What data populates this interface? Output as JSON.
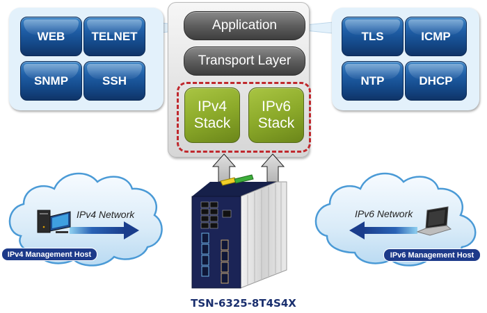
{
  "left_panel": {
    "protocols": [
      "WEB",
      "TELNET",
      "SNMP",
      "SSH"
    ]
  },
  "right_panel": {
    "protocols": [
      "TLS",
      "ICMP",
      "NTP",
      "DHCP"
    ]
  },
  "stack": {
    "application": "Application",
    "transport": "Transport Layer",
    "ipv4": {
      "line1": "IPv4",
      "line2": "Stack"
    },
    "ipv6": {
      "line1": "IPv6",
      "line2": "Stack"
    }
  },
  "left_cloud": {
    "network_label": "IPv4 Network",
    "host_label": "IPv4 Management Host"
  },
  "right_cloud": {
    "network_label": "IPv6 Network",
    "host_label": "IPv6 Management Host"
  },
  "device": {
    "model": "TSN-6325-8T4S4X"
  },
  "colors": {
    "protocol_button": "#1f5ea6",
    "ip_stack": "#8caa2a",
    "dashed_border": "#c0282d",
    "layer": "#5e5e5e",
    "host_label": "#1d3a8a",
    "model_text": "#1a2f6e"
  }
}
